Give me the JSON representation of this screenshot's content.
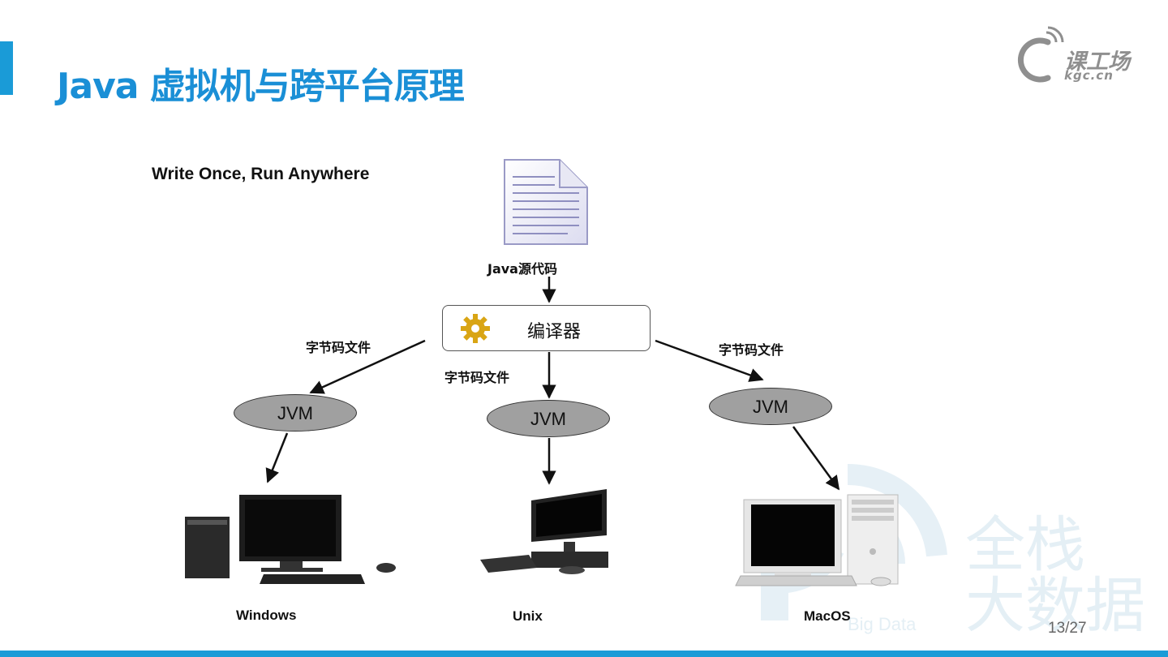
{
  "slide": {
    "title": "Java 虚拟机与跨平台原理",
    "page_number": "13/27"
  },
  "logo": {
    "text_cn": "课工场",
    "text_en": "kgc.cn"
  },
  "diagram": {
    "subtitle": "Write Once, Run Anywhere",
    "source_label": "Java源代码",
    "compiler_label": "编译器",
    "bytecode_labels": [
      "字节码文件",
      "字节码文件",
      "字节码文件"
    ],
    "jvm_labels": [
      "JVM",
      "JVM",
      "JVM"
    ],
    "os_labels": [
      "Windows",
      "Unix",
      "MacOS"
    ]
  },
  "watermark": {
    "line1": "全栈",
    "line2": "大数据",
    "small": "Big Data"
  },
  "colors": {
    "accent": "#1a9bd7",
    "title": "#1a8fd6",
    "jvm_fill": "#a0a0a0",
    "gear": "#d9a514"
  }
}
